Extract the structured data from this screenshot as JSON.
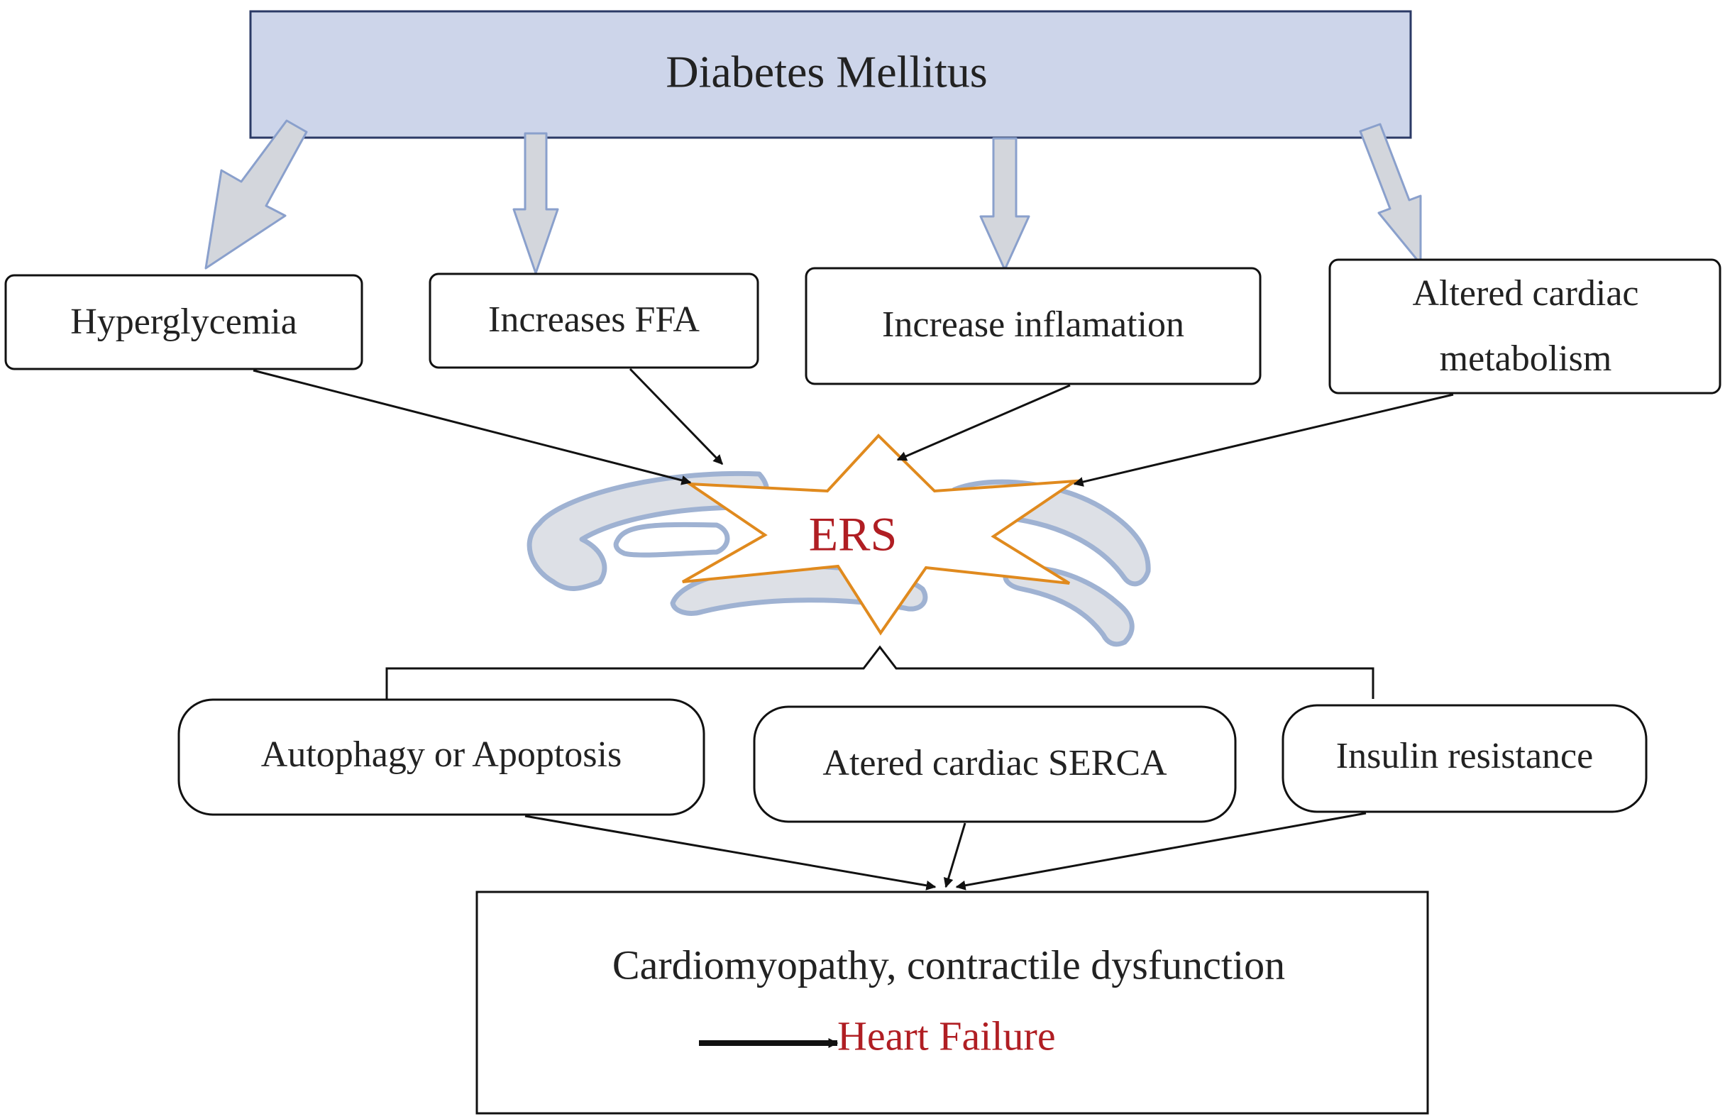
{
  "top": {
    "label": "Diabetes Mellitus"
  },
  "causes": [
    {
      "label": "Hyperglycemia"
    },
    {
      "label": "Increases FFA"
    },
    {
      "label": "Increase inflamation"
    },
    {
      "label_line1": "Altered cardiac",
      "label_line2": "metabolism"
    }
  ],
  "center": {
    "label": "ERS"
  },
  "effects": [
    {
      "label": "Autophagy or Apoptosis"
    },
    {
      "label": "Atered cardiac SERCA"
    },
    {
      "label": "Insulin resistance"
    }
  ],
  "outcome": {
    "line1": "Cardiomyopathy, contractile dysfunction",
    "line2": "Heart Failure"
  },
  "colors": {
    "top_fill": "#cdd5ea",
    "top_stroke": "#2b3a66",
    "block_arrow_fill": "#d3d6dc",
    "block_arrow_stroke": "#8aa0cc",
    "er_fill": "#dde0e6",
    "er_stroke": "#9fb2d2",
    "star_stroke": "#e08a1e",
    "accent_red": "#b01e23",
    "text": "#222222"
  }
}
